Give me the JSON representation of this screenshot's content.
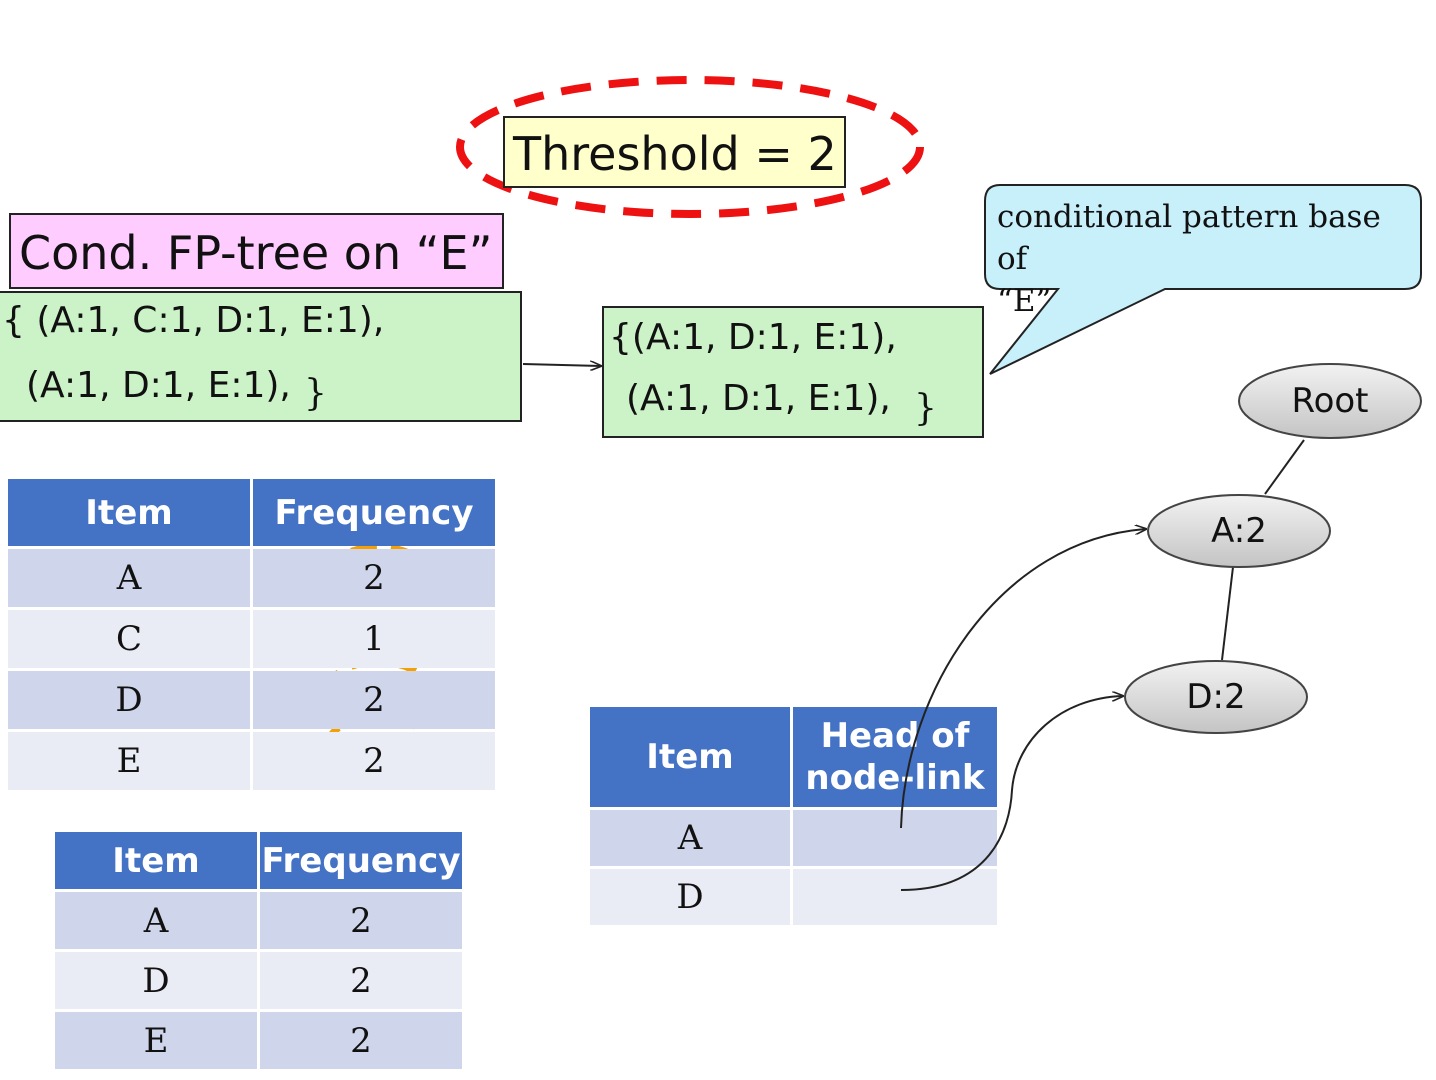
{
  "threshold": {
    "text": "Threshold = 2"
  },
  "cond_tree_title": "Cond. FP-tree on “E”",
  "left_pattern_base": {
    "line1": "{ (A:1, C:1, D:1, E:1),",
    "line2": "(A:1, D:1, E:1),",
    "close": "}"
  },
  "conditional_pattern_base": {
    "line1": "{(A:1, D:1, E:1),",
    "line2": "(A:1, D:1, E:1),",
    "close": "}"
  },
  "callout": {
    "line1": "conditional pattern base of",
    "line2": "“E”"
  },
  "tree_nodes": {
    "root": "Root",
    "a": "A:2",
    "d": "D:2"
  },
  "frequency_table": {
    "headers": [
      "Item",
      "Frequency"
    ],
    "rows": [
      {
        "item": "A",
        "freq": "2",
        "highlighted": true
      },
      {
        "item": "C",
        "freq": "1",
        "highlighted": false
      },
      {
        "item": "D",
        "freq": "2",
        "highlighted": true
      },
      {
        "item": "E",
        "freq": "2",
        "highlighted": true
      }
    ]
  },
  "filtered_frequency_table": {
    "headers": [
      "Item",
      "Frequency"
    ],
    "rows": [
      {
        "item": "A",
        "freq": "2"
      },
      {
        "item": "D",
        "freq": "2"
      },
      {
        "item": "E",
        "freq": "2"
      }
    ]
  },
  "header_table": {
    "headers": [
      "Item",
      "Head of",
      "node-link"
    ],
    "rows": [
      {
        "item": "A"
      },
      {
        "item": "D"
      }
    ]
  },
  "colors": {
    "threshold_box": "#ffffcc",
    "threshold_ellipse": "#ee1111",
    "cond_title_box": "#ffccff",
    "pattern_box": "#ccf3c8",
    "callout": "#c7f0fb",
    "table_header": "#4472c4",
    "row_dark": "#cfd5ea",
    "row_light": "#e9ebf5",
    "highlight_marker": "#f5a000",
    "node_fill": "#d9d9d9"
  }
}
